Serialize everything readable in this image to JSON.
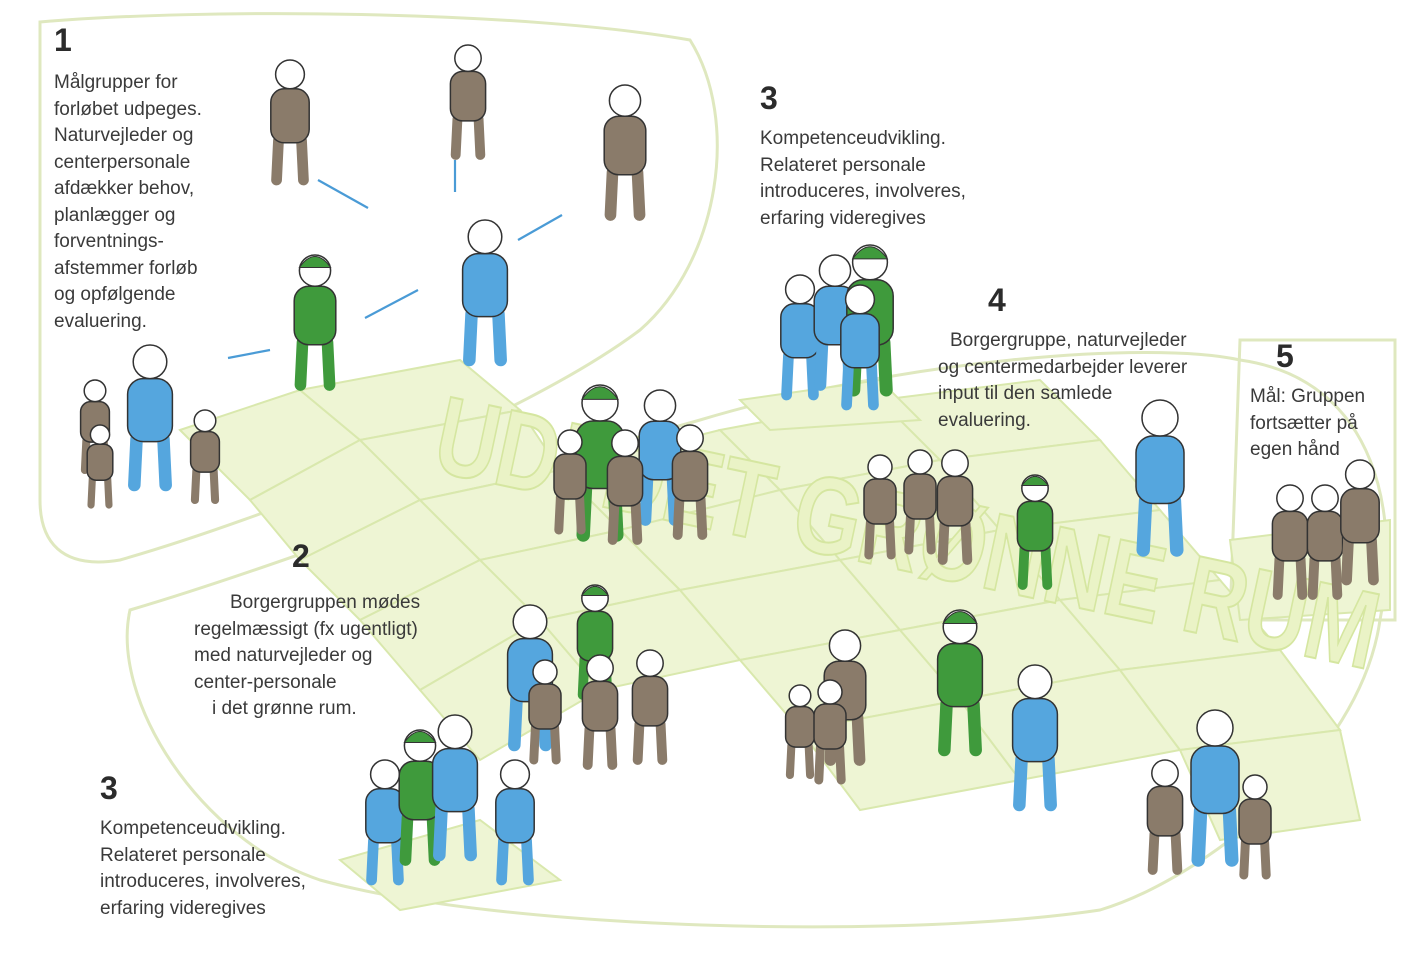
{
  "background_text": "UDI DET GRØNNE RUM",
  "colors": {
    "citizen": "#8a7b6a",
    "guide": "#3f9a3c",
    "staff": "#55a6de",
    "ground": "#eef5d4",
    "arrow": "#4a9bd6"
  },
  "steps": [
    {
      "number": "1",
      "lines": [
        "Målgrupper for",
        "forløbet udpeges.",
        "Naturvejleder og",
        "centerpersonale",
        "afdækker behov,",
        "planlægger og",
        "forventnings-",
        "afstemmer forløb",
        "og opfølgende",
        "evaluering."
      ]
    },
    {
      "number": "2",
      "lines": [
        "Borgergruppen mødes",
        "regelmæssigt (fx ugentligt)",
        "med naturvejleder og",
        "center-personale",
        "i det grønne rum."
      ]
    },
    {
      "number": "3",
      "lines": [
        "Kompetenceudvikling.",
        "Relateret personale",
        "introduceres, involveres,",
        "erfaring videregives"
      ]
    },
    {
      "number": "3",
      "lines": [
        "Kompetenceudvikling.",
        "Relateret personale",
        "introduceres, involveres,",
        "erfaring videregives"
      ]
    },
    {
      "number": "4",
      "lines": [
        "Borgergruppe, naturvejleder",
        "og centermedarbejder leverer",
        "input til den samlede",
        "evaluering."
      ]
    },
    {
      "number": "5",
      "lines": [
        "Mål: Gruppen",
        "fortsætter på",
        "egen hånd"
      ]
    }
  ]
}
